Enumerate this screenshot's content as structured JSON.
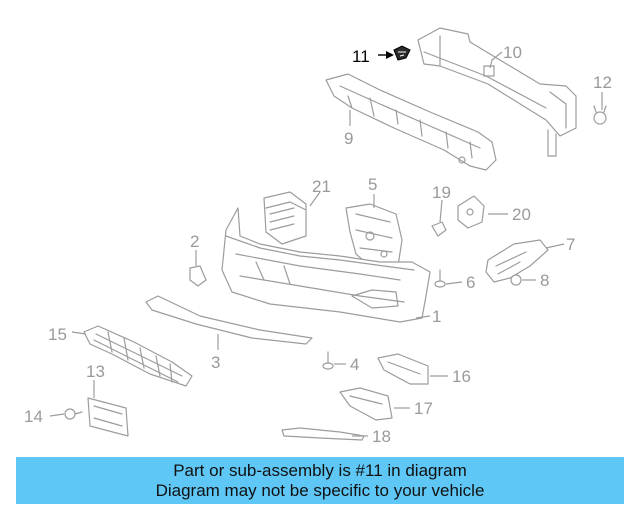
{
  "callouts": {
    "c1": "1",
    "c2": "2",
    "c3": "3",
    "c4": "4",
    "c5": "5",
    "c6": "6",
    "c7": "7",
    "c8": "8",
    "c9": "9",
    "c10": "10",
    "c11": "11",
    "c12": "12",
    "c13": "13",
    "c14": "14",
    "c15": "15",
    "c16": "16",
    "c17": "17",
    "c18": "18",
    "c19": "19",
    "c20": "20",
    "c21": "21"
  },
  "highlight_part": "11",
  "colors": {
    "banner": "#5ec7f6",
    "line_art": "#9c9c9c",
    "highlight": "#000000"
  },
  "banner": {
    "line1": "Part or sub-assembly is #11 in diagram",
    "line2": "Diagram may not be specific to your vehicle"
  }
}
